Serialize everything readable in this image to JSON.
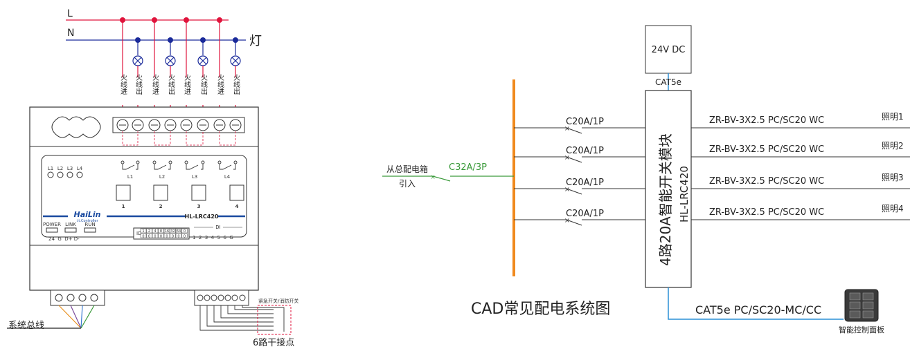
{
  "left": {
    "bus_L": "L",
    "bus_N": "N",
    "lamp_label": "灯",
    "terminal_labels": [
      "火线进",
      "火线出",
      "火线进",
      "火线出",
      "火线进",
      "火线出",
      "火线进",
      "火线出"
    ],
    "channel_labels": [
      "L1",
      "L2",
      "L3",
      "L4"
    ],
    "button_numbers": [
      "1",
      "2",
      "3",
      "4"
    ],
    "indicator_labels": [
      "L1",
      "L2",
      "L3",
      "L4"
    ],
    "brand": "HaiLin",
    "brand_sub": "i.t.Controller",
    "model": "HL-LRC420",
    "status_labels": [
      "POWER",
      "LINK",
      "RUN"
    ],
    "bus_pins": "24  G  D+ D-",
    "di_label": "DI",
    "di_numbers": "1  2  3  4  5  6  G",
    "dip_values": [
      "1",
      "2",
      "4",
      "8",
      "16",
      "32",
      "64",
      "0"
    ],
    "dip_id": "ID",
    "emergency_label": "紧急开关/消防开关",
    "dry_contact_label": "6路干接点",
    "system_bus_label": "系统总线"
  },
  "right": {
    "psu_label": "24V DC",
    "cat_label": "CAT5e",
    "module_title": "4路20A智能开关模块",
    "module_model": "HL-LRC420",
    "incoming_label": "从总配电箱",
    "incoming_label2": "引入",
    "main_breaker": "C32A/3P",
    "branch_breakers": [
      "C20A/1P",
      "C20A/1P",
      "C20A/1P",
      "C20A/1P"
    ],
    "cables": [
      "ZR-BV-3X2.5 PC/SC20 WC",
      "ZR-BV-3X2.5 PC/SC20 WC",
      "ZR-BV-3X2.5 PC/SC20 WC",
      "ZR-BV-3X2.5 PC/SC20 WC"
    ],
    "circuits": [
      "照明1",
      "照明2",
      "照明3",
      "照明4"
    ],
    "panel_cable": "CAT5e PC/SC20-MC/CC",
    "panel_label": "智能控制面板",
    "caption": "CAD常见配电系统图"
  },
  "colors": {
    "live": "#e0143c",
    "neutral": "#1a2a9a",
    "busbar": "#f08a1e",
    "incoming": "#3a9a3a",
    "cat_line": "#2a8fd6",
    "brand_blue": "#1a4aa0"
  }
}
